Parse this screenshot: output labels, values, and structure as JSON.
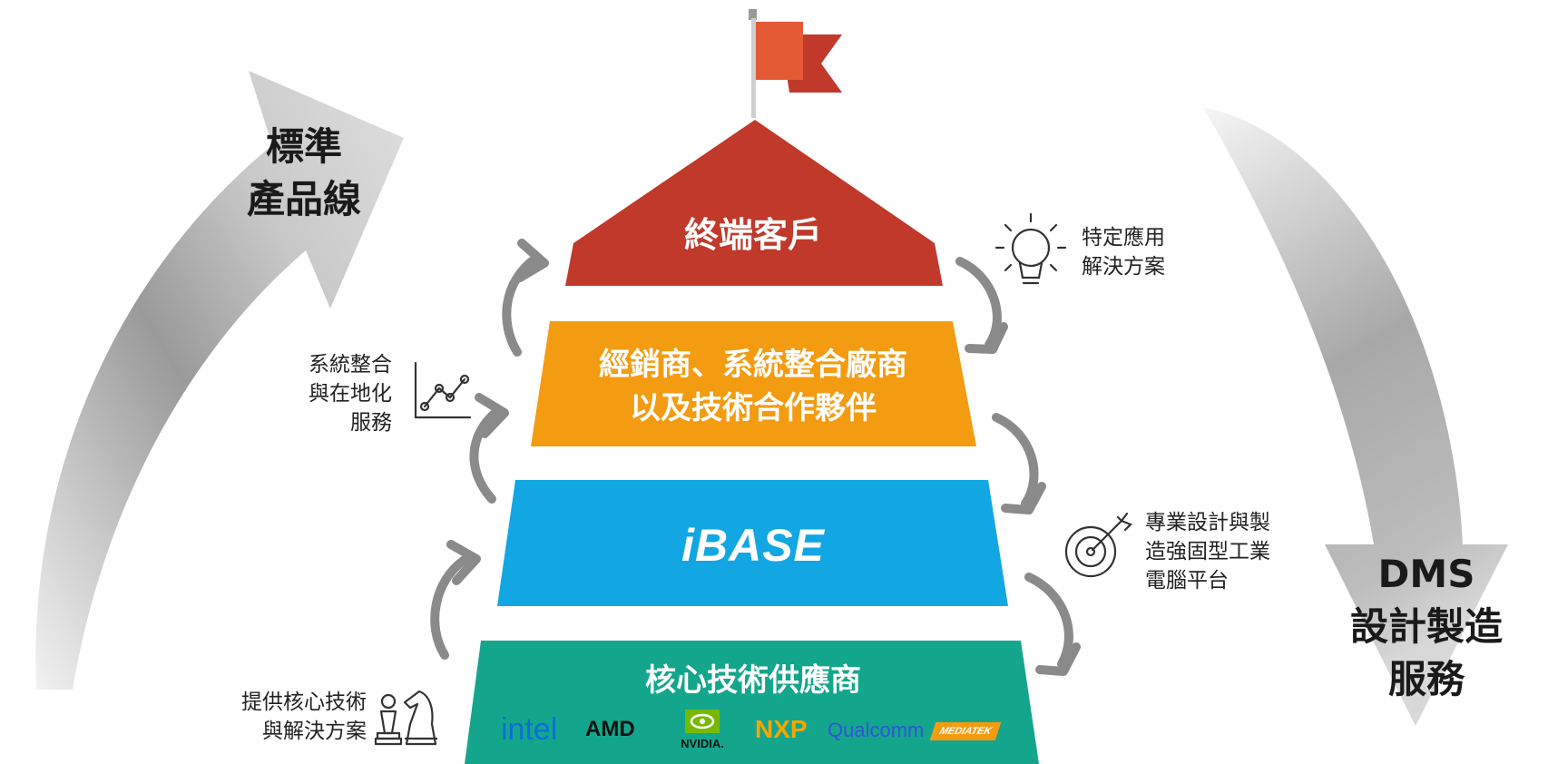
{
  "left_arrow": {
    "line1": "標準",
    "line2": "產品線"
  },
  "right_arrow": {
    "line1": "DMS",
    "line2": "設計製造",
    "line3": "服務"
  },
  "pyramid": {
    "tier1": "終端客戶",
    "tier2_line1": "經銷商、系統整合廠商",
    "tier2_line2": "以及技術合作夥伴",
    "tier3": "iBASE",
    "tier4": "核心技術供應商"
  },
  "annotations": {
    "solution_line1": "特定應用",
    "solution_line2": "解決方案",
    "integration_line1": "系統整合",
    "integration_line2": "與在地化",
    "integration_line3": "服務",
    "design_line1": "專業設計與製",
    "design_line2": "造強固型工業",
    "design_line3": "電腦平台",
    "core_line1": "提供核心技術",
    "core_line2": "與解決方案"
  },
  "partners": [
    "intel",
    "AMD",
    "NVIDIA.",
    "NXP",
    "Qualcomm",
    "MEDIATEK"
  ],
  "colors": {
    "tier1": "#c0392b",
    "tier2": "#f39c12",
    "tier3": "#12a6e3",
    "tier4": "#14a68c",
    "arrow_gray": "#8a8a8a",
    "flag": "#e45a34"
  },
  "icons": [
    "flag-icon",
    "lightbulb-icon",
    "chart-icon",
    "target-icon",
    "chess-icon"
  ]
}
